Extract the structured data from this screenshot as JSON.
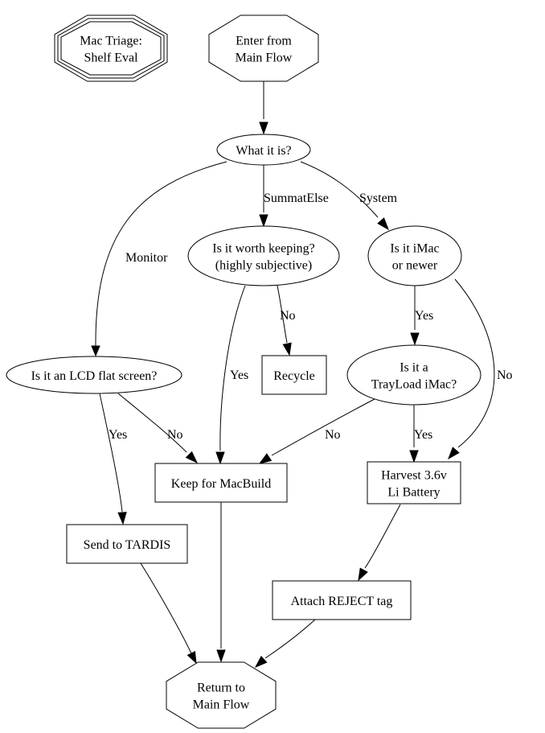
{
  "diagram": {
    "title": "Mac Triage: Shelf Eval",
    "nodes": {
      "title": {
        "shape": "tripleoctagon",
        "lines": [
          "Mac Triage:",
          "Shelf Eval"
        ]
      },
      "enter": {
        "shape": "octagon",
        "lines": [
          "Enter from",
          "Main Flow"
        ]
      },
      "what": {
        "shape": "ellipse",
        "lines": [
          "What it is?"
        ]
      },
      "worth": {
        "shape": "ellipse",
        "lines": [
          "Is it worth keeping?",
          "(highly subjective)"
        ]
      },
      "imac": {
        "shape": "ellipse",
        "lines": [
          "Is it iMac",
          "or newer"
        ]
      },
      "lcd": {
        "shape": "ellipse",
        "lines": [
          "Is it an LCD flat screen?"
        ]
      },
      "recycle": {
        "shape": "box",
        "lines": [
          "Recycle"
        ]
      },
      "trayload": {
        "shape": "ellipse",
        "lines": [
          "Is it a",
          "TrayLoad iMac?"
        ]
      },
      "keep": {
        "shape": "box",
        "lines": [
          "Keep for MacBuild"
        ]
      },
      "harvest": {
        "shape": "box",
        "lines": [
          "Harvest 3.6v",
          "Li Battery"
        ]
      },
      "tardis": {
        "shape": "box",
        "lines": [
          "Send to TARDIS"
        ]
      },
      "reject": {
        "shape": "box",
        "lines": [
          "Attach REJECT tag"
        ]
      },
      "return": {
        "shape": "octagon",
        "lines": [
          "Return to",
          "Main Flow"
        ]
      }
    },
    "edges": [
      {
        "from": "enter",
        "to": "what",
        "label": ""
      },
      {
        "from": "what",
        "to": "lcd",
        "label": "Monitor"
      },
      {
        "from": "what",
        "to": "worth",
        "label": "SummatElse"
      },
      {
        "from": "what",
        "to": "imac",
        "label": "System"
      },
      {
        "from": "worth",
        "to": "keep",
        "label": "Yes"
      },
      {
        "from": "worth",
        "to": "recycle",
        "label": "No"
      },
      {
        "from": "imac",
        "to": "trayload",
        "label": "Yes"
      },
      {
        "from": "imac",
        "to": "harvest",
        "label": "No"
      },
      {
        "from": "lcd",
        "to": "tardis",
        "label": "Yes"
      },
      {
        "from": "lcd",
        "to": "keep",
        "label": "No"
      },
      {
        "from": "trayload",
        "to": "keep",
        "label": "No"
      },
      {
        "from": "trayload",
        "to": "harvest",
        "label": "Yes"
      },
      {
        "from": "harvest",
        "to": "reject",
        "label": ""
      },
      {
        "from": "tardis",
        "to": "return",
        "label": ""
      },
      {
        "from": "keep",
        "to": "return",
        "label": ""
      },
      {
        "from": "reject",
        "to": "return",
        "label": ""
      }
    ]
  }
}
